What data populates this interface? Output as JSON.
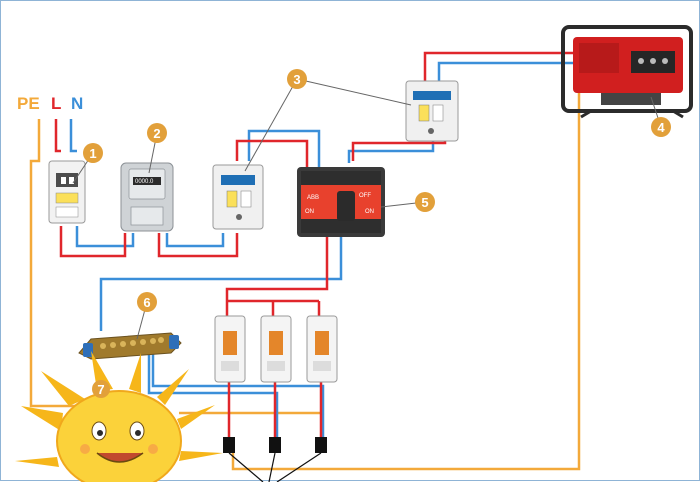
{
  "labels": {
    "pe": "PE",
    "l": "L",
    "n": "N"
  },
  "markers": [
    "1",
    "2",
    "3",
    "4",
    "5",
    "6",
    "7"
  ],
  "switch_panel": {
    "brand": "ABB",
    "off": "OFF",
    "on_left": "ON",
    "on_right": "ON"
  },
  "colors": {
    "phase": "#e0262b",
    "neutral": "#3b8fd9",
    "earth": "#f3a93a",
    "marker": "#e2a03a",
    "switch_body": "#e8412d",
    "generator": "#d11f1f"
  },
  "icons": [
    "breaker-icon",
    "energy-meter-icon",
    "rcd-icon",
    "changeover-switch-icon",
    "generator-icon",
    "busbar-icon",
    "sun-icon"
  ]
}
